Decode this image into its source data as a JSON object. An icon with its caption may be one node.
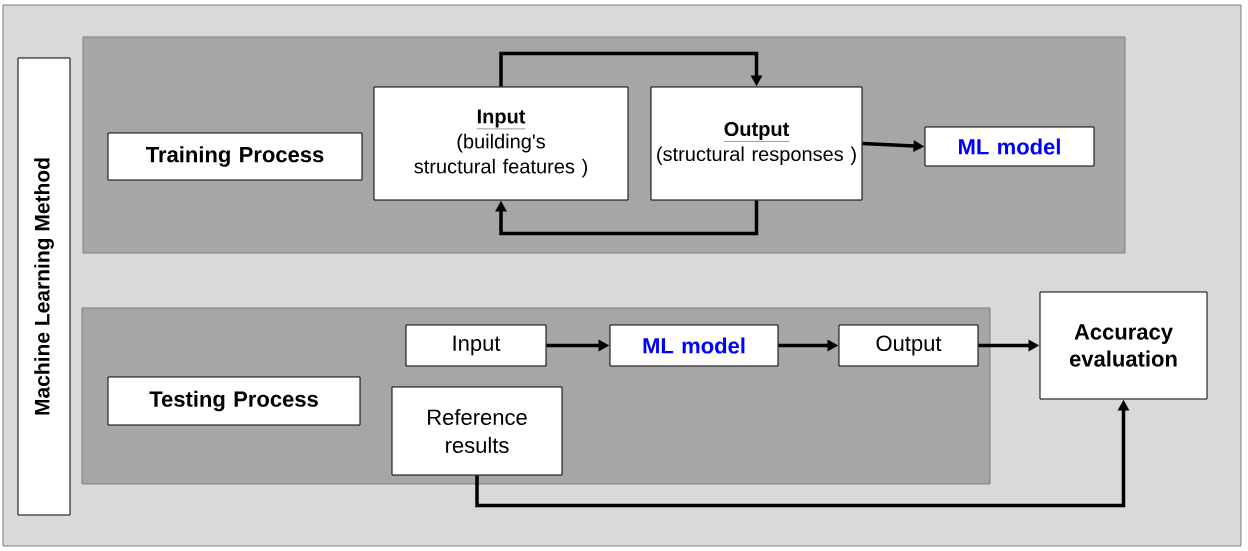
{
  "diagram": {
    "nodes": [
      {
        "text": [
          "Machine Learning Method"
        ]
      },
      {
        "text": [],
        "shape": "box"
      },
      {
        "text": [
          "Training Process"
        ],
        "in": 1
      },
      {
        "text": [
          "Input",
          "(building's structural features )"
        ],
        "in": 1
      },
      {
        "text": [
          "Output",
          "(structural responses )"
        ],
        "in": 1
      },
      {
        "text": [
          "ML model"
        ],
        "in": 1
      },
      {
        "text": [],
        "shape": "box"
      },
      {
        "text": [
          "Testing Process"
        ],
        "in": 6
      },
      {
        "text": [
          "Input"
        ],
        "in": 6
      },
      {
        "text": [
          "ML model"
        ],
        "in": 6
      },
      {
        "text": [
          "Output"
        ],
        "in": 6
      },
      {
        "text": [
          "Reference results"
        ],
        "in": 6
      },
      {
        "text": [
          "Accuracy evaluation"
        ]
      }
    ],
    "edges": [
      {
        "from": 3,
        "to": 4,
        "arrow": "to"
      },
      {
        "from": 4,
        "to": 3,
        "arrow": "to"
      },
      {
        "from": 4,
        "to": 5,
        "arrow": "to"
      },
      {
        "from": 8,
        "to": 9,
        "arrow": "to"
      },
      {
        "from": 9,
        "to": 10,
        "arrow": "to"
      },
      {
        "from": 10,
        "to": 12,
        "arrow": "to"
      },
      {
        "from": 11,
        "to": 12,
        "arrow": "to"
      }
    ]
  }
}
